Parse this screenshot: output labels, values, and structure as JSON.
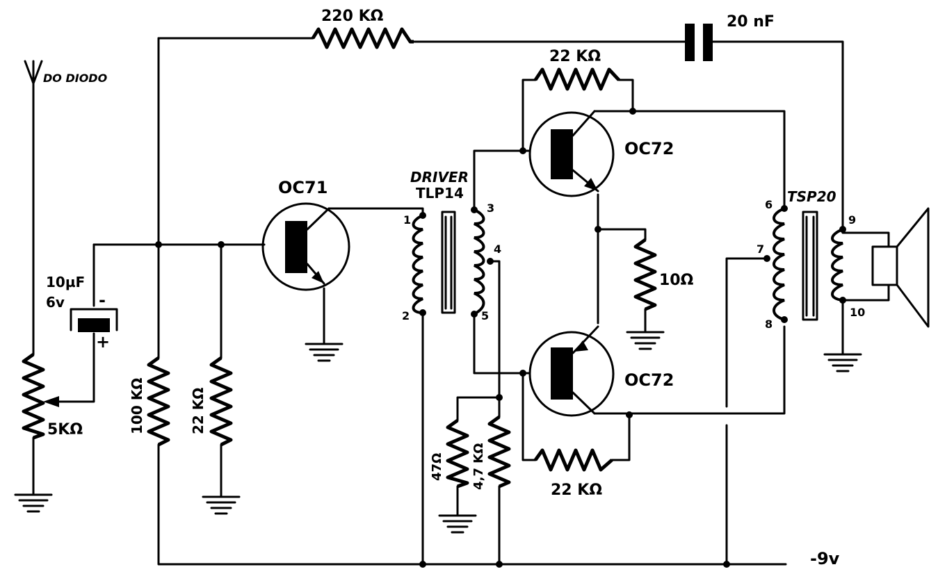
{
  "labels": {
    "input": "DO DIODO",
    "r_feedback": "220 KΩ",
    "c_feedback": "20 nF",
    "r_top_bias": "22 KΩ",
    "q_top": "OC72",
    "q_driver": "OC71",
    "driver_title": "DRIVER",
    "driver_part": "TLP14",
    "output_part": "TSP20",
    "cap_value": "10µF",
    "cap_voltage": "6v",
    "cap_minus": "-",
    "cap_plus": "+",
    "pot": "5KΩ",
    "r_100k": "100 KΩ",
    "r_22k_left": "22 KΩ",
    "r_10": "10Ω",
    "q_bottom": "OC72",
    "r_47": "47Ω",
    "r_4k7": "4,7 KΩ",
    "r_bottom_bias": "22 KΩ",
    "supply": "-9v"
  },
  "pins": {
    "p1": "1",
    "p2": "2",
    "p3": "3",
    "p4": "4",
    "p5": "5",
    "p6": "6",
    "p7": "7",
    "p8": "8",
    "p9": "9",
    "p10": "10"
  }
}
